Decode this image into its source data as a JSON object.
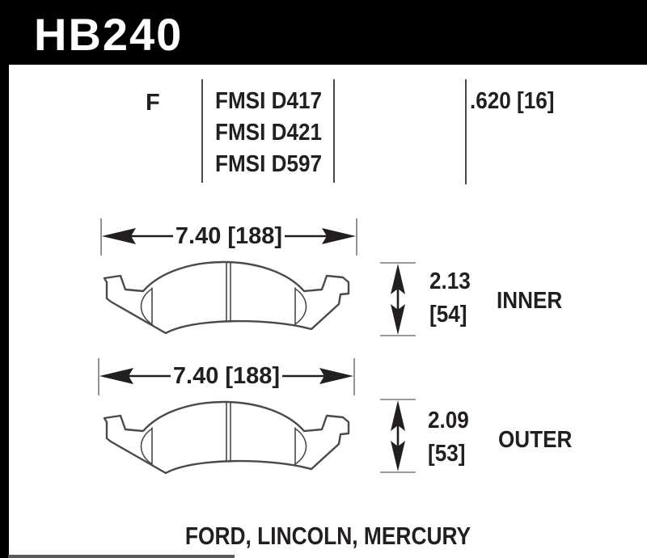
{
  "header": {
    "part_number": "HB240"
  },
  "spec_row": {
    "compound_code": "F",
    "fmsi_numbers": [
      "FMSI D417",
      "FMSI D421",
      "FMSI D597"
    ],
    "pad_thickness": ".620 [16]"
  },
  "inner_pad": {
    "width_label": "7.40 [188]",
    "height_value": "2.13",
    "height_bracket": "[54]",
    "position_label": "INNER"
  },
  "outer_pad": {
    "width_label": "7.40 [188]",
    "height_value": "2.09",
    "height_bracket": "[53]",
    "position_label": "OUTER"
  },
  "footer": {
    "vehicle_applications": "FORD, LINCOLN, MERCURY"
  },
  "colors": {
    "bar": "#000000",
    "ink": "#231f20",
    "drawing_outline": "#4a4a4a",
    "tick_gray": "#7a7a7a",
    "background": "#ffffff"
  }
}
